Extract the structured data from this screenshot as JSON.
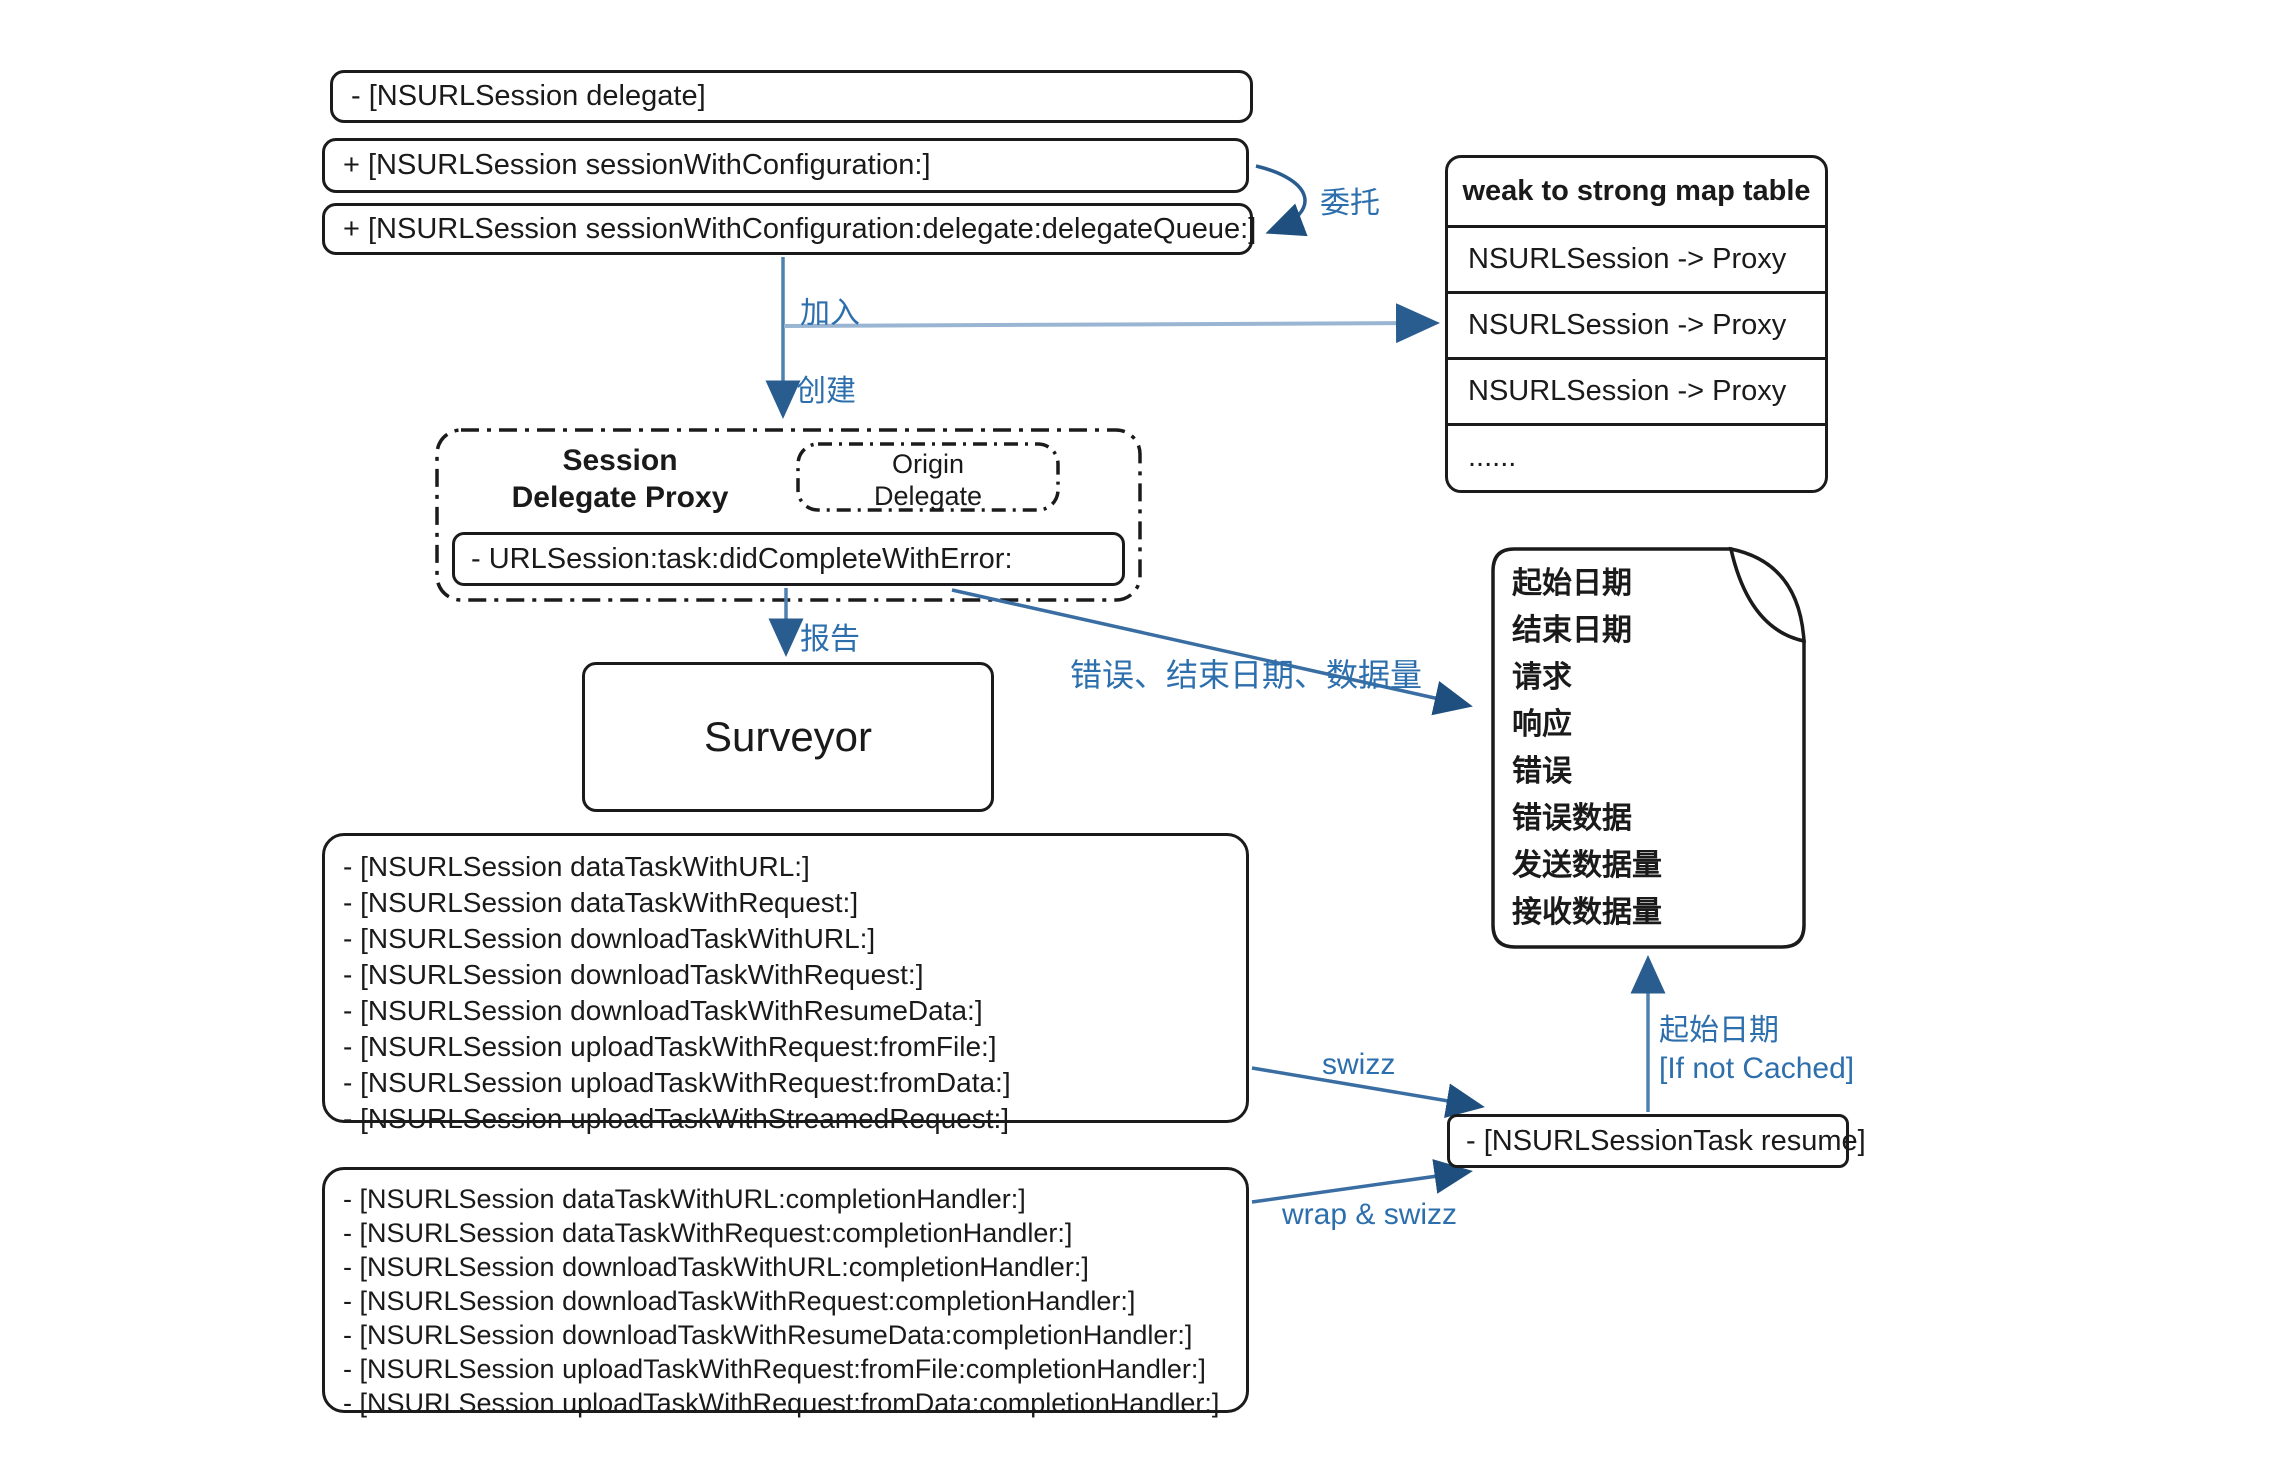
{
  "colors": {
    "background": "#ffffff",
    "box_border": "#1b1b1b",
    "arrow_line": "#3a6ea3",
    "arrow_line_light": "#9ab5d1",
    "arrow_head": "#1f4f7f",
    "label_blue": "#2d6fad"
  },
  "session_boxes": {
    "delegate": "- [NSURLSession delegate]",
    "session_with_configuration": "+ [NSURLSession sessionWithConfiguration:]",
    "session_with_configuration_delegate_queue": "+ [NSURLSession sessionWithConfiguration:delegate:delegateQueue:]"
  },
  "map_table": {
    "title": "weak to strong map table",
    "rows": [
      "NSURLSession -> Proxy",
      "NSURLSession -> Proxy",
      "NSURLSession -> Proxy",
      "......"
    ]
  },
  "proxy": {
    "title": "Session\nDelegate Proxy",
    "origin_delegate": "Origin\nDelegate",
    "did_complete_method": "- URLSession:task:didCompleteWithError:"
  },
  "surveyor": {
    "label": "Surveyor"
  },
  "task_factory_methods": [
    "- [NSURLSession dataTaskWithURL:]",
    "- [NSURLSession dataTaskWithRequest:]",
    "- [NSURLSession downloadTaskWithURL:]",
    "- [NSURLSession downloadTaskWithRequest:]",
    "- [NSURLSession downloadTaskWithResumeData:]",
    "- [NSURLSession uploadTaskWithRequest:fromFile:]",
    "- [NSURLSession uploadTaskWithRequest:fromData:]",
    "- [NSURLSession uploadTaskWithStreamedRequest:]"
  ],
  "completion_handler_methods": [
    "- [NSURLSession dataTaskWithURL:completionHandler:]",
    "- [NSURLSession dataTaskWithRequest:completionHandler:]",
    "- [NSURLSession downloadTaskWithURL:completionHandler:]",
    "- [NSURLSession downloadTaskWithRequest:completionHandler:]",
    "- [NSURLSession downloadTaskWithResumeData:completionHandler:]",
    "- [NSURLSession uploadTaskWithRequest:fromFile:completionHandler:]",
    "- [NSURLSession uploadTaskWithRequest:fromData:completionHandler:]"
  ],
  "resume_box": {
    "label": "- [NSURLSessionTask resume]"
  },
  "record_note": {
    "fields": [
      "起始日期",
      "结束日期",
      "请求",
      "响应",
      "错误",
      "错误数据",
      "发送数据量",
      "接收数据量"
    ]
  },
  "arrow_labels": {
    "delegate": "委托",
    "join": "加入",
    "create": "创建",
    "report": "报告",
    "error_info": "错误、结束日期、数据量",
    "swizz": "swizz",
    "wrap_swizz": "wrap & swizz",
    "start_date": "起始日期",
    "if_not_cached": "[If not Cached]"
  }
}
